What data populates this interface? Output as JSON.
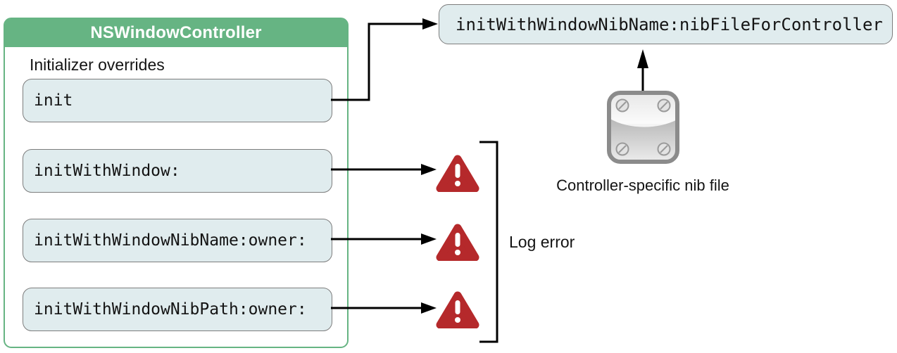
{
  "colors": {
    "green": "#66b483",
    "box_fill": "#e0ecee",
    "box_border": "#7d7d7d",
    "red": "#b5292b",
    "ink": "#141414",
    "icon_gray": "#8b8b8b"
  },
  "controller": {
    "title": "NSWindowController",
    "section_label": "Initializer overrides",
    "methods": [
      {
        "label": "init"
      },
      {
        "label": "initWithWindow:"
      },
      {
        "label": "initWithWindowNibName:owner:"
      },
      {
        "label": "initWithWindowNibPath:owner:"
      }
    ]
  },
  "designated": {
    "label": "initWithWindowNibName:nibFileForController"
  },
  "nib": {
    "caption": "Controller-specific nib file",
    "icon": "nib-file-icon"
  },
  "error": {
    "label": "Log error",
    "icon": "warning-triangle-icon"
  }
}
